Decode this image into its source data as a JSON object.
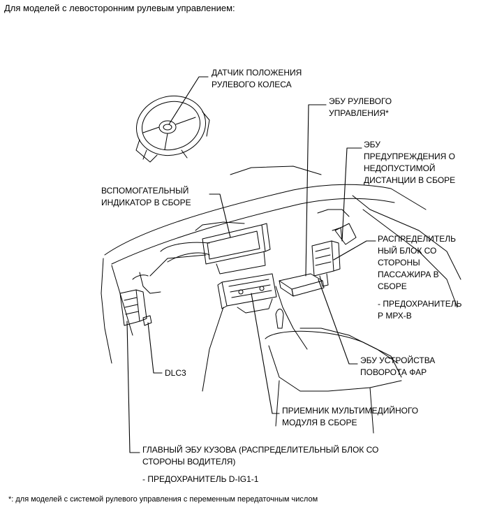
{
  "header": "Для моделей с левосторонним рулевым управлением:",
  "labels": {
    "steering_sensor": [
      "ДАТЧИК ПОЛОЖЕНИЯ",
      "РУЛЕВОГО КОЛЕСА"
    ],
    "steering_ecu": [
      "ЭБУ РУЛЕВОГО",
      "УПРАВЛЕНИЯ*"
    ],
    "distance_ecu": [
      "ЭБУ",
      "ПРЕДУПРЕЖДЕНИЯ О",
      "НЕДОПУСТИМОЙ",
      "ДИСТАНЦИИ В СБОРЕ"
    ],
    "aux_indicator": [
      "ВСПОМОГАТЕЛЬНЫЙ",
      "ИНДИКАТОР В СБОРЕ"
    ],
    "passenger_jb": [
      "РАСПРЕДЕЛИТЕЛЬ",
      "НЫЙ БЛОК СО",
      "СТОРОНЫ",
      "ПАССАЖИРА В",
      "СБОРЕ"
    ],
    "passenger_fuse": [
      "- ПРЕДОХРАНИТЕЛЬ",
      "Р МРХ-В"
    ],
    "headlamp_ecu": [
      "ЭБУ УСТРОЙСТВА",
      "ПОВОРОТА ФАР"
    ],
    "dlc3": [
      "DLC3"
    ],
    "multimedia": [
      "ПРИЕМНИК МУЛЬТИМЕДИЙНОГО",
      "МОДУЛЯ В СБОРЕ"
    ],
    "main_body_ecu": [
      "ГЛАВНЫЙ ЭБУ КУЗОВА (РАСПРЕДЕЛИТЕЛЬНЫЙ БЛОК СО",
      "СТОРОНЫ ВОДИТЕЛЯ)"
    ],
    "driver_fuse": [
      "- ПРЕДОХРАНИТЕЛЬ D-IG1-1"
    ]
  },
  "footnote": "*: для моделей с системой рулевого управления с переменным передаточным числом"
}
